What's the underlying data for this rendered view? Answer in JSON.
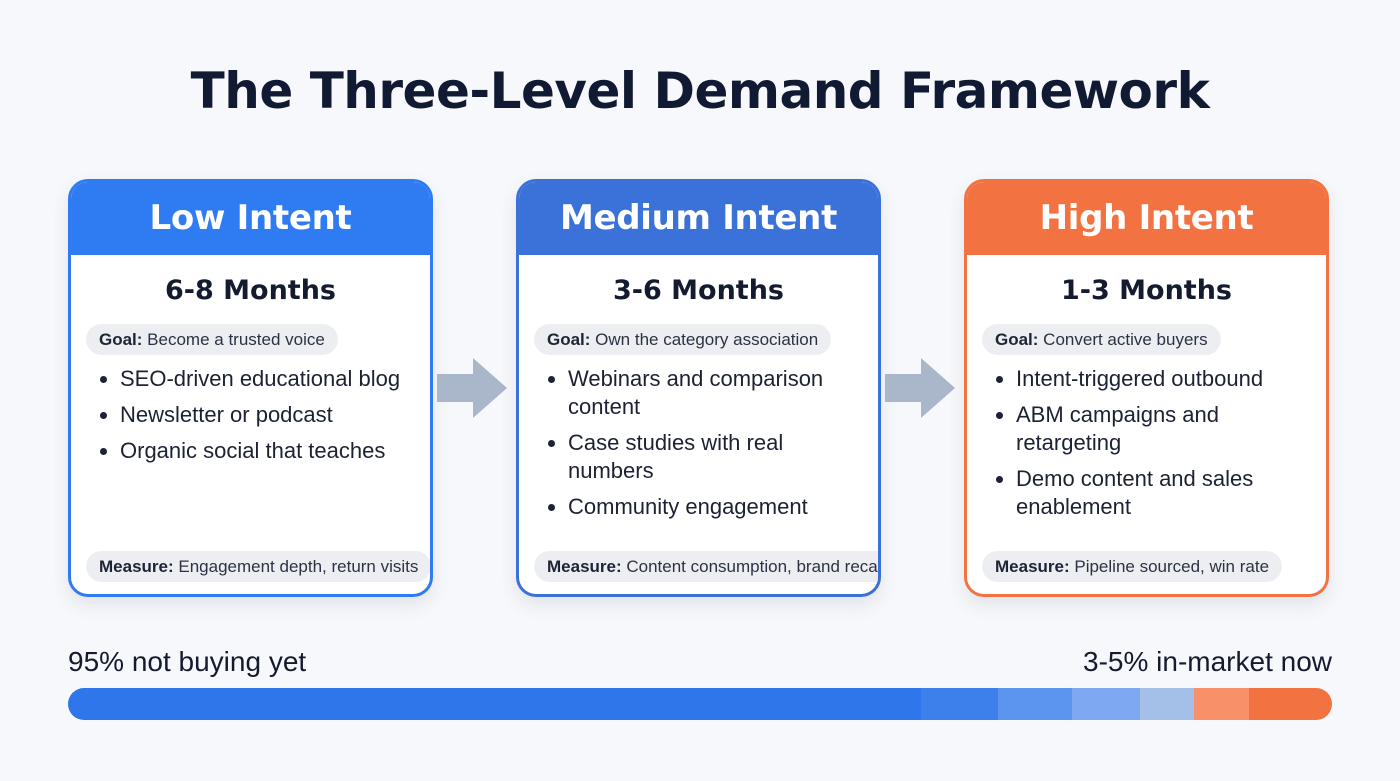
{
  "title": "The Three-Level Demand Framework",
  "colors": {
    "low": "#2f7cf2",
    "medium": "#3a72da",
    "high": "#f37241",
    "arrow": "#aab7ca"
  },
  "cards": [
    {
      "header": "Low Intent",
      "months": "6-8 Months",
      "goal_label": "Goal:",
      "goal_text": " Become a trusted voice",
      "bullets": [
        "SEO-driven educational blog",
        "Newsletter or podcast",
        "Organic social that teaches"
      ],
      "measure_label": "Measure:",
      "measure_text": " Engagement depth, return visits"
    },
    {
      "header": "Medium Intent",
      "months": "3-6 Months",
      "goal_label": "Goal:",
      "goal_text": " Own the category association",
      "bullets": [
        "Webinars and comparison content",
        "Case studies with real numbers",
        "Community engagement"
      ],
      "measure_label": "Measure:",
      "measure_text": " Content consumption, brand recall"
    },
    {
      "header": "High Intent",
      "months": "1-3 Months",
      "goal_label": "Goal:",
      "goal_text": " Convert active buyers",
      "bullets": [
        "Intent-triggered outbound",
        "ABM campaigns and retargeting",
        "Demo content and sales enablement"
      ],
      "measure_label": "Measure:",
      "measure_text": " Pipeline sourced, win rate"
    }
  ],
  "bar": {
    "left_label": "95% not buying yet",
    "right_label": "3-5% in-market now",
    "segments": [
      {
        "fraction": 0.675,
        "color": "#2f76ea"
      },
      {
        "fraction": 0.061,
        "color": "#3d80ec"
      },
      {
        "fraction": 0.058,
        "color": "#5c95ef"
      },
      {
        "fraction": 0.054,
        "color": "#7ea9f2"
      },
      {
        "fraction": 0.043,
        "color": "#a4bfe8"
      },
      {
        "fraction": 0.043,
        "color": "#f8916a"
      },
      {
        "fraction": 0.066,
        "color": "#f37241"
      }
    ]
  }
}
